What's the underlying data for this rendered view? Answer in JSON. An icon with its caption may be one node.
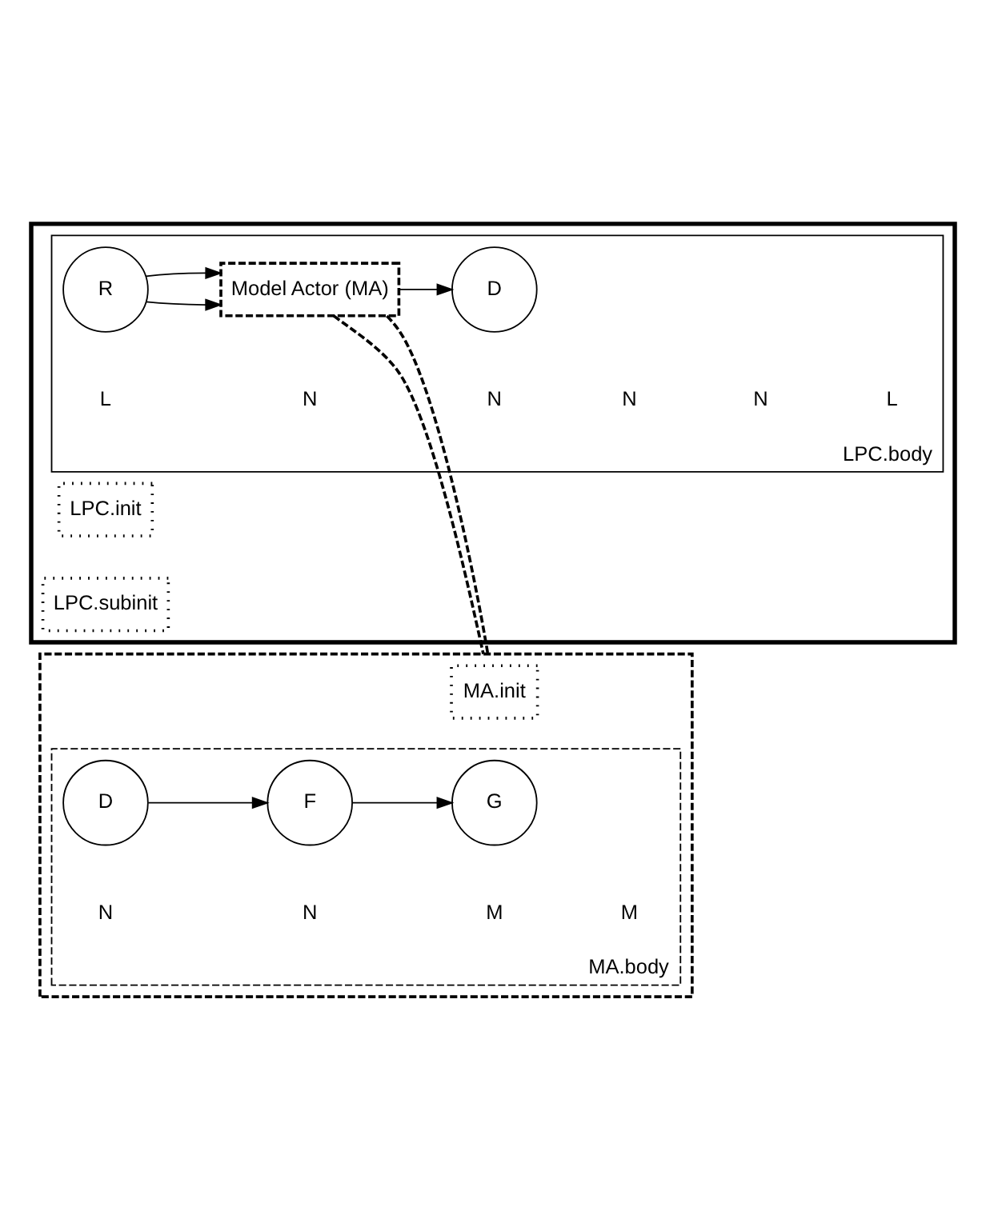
{
  "diagram": {
    "nodes": [
      {
        "text": [],
        "shape": "box"
      },
      {
        "text": [
          "LPC.init"
        ],
        "in": 0
      },
      {
        "text": [
          "LPC.subinit"
        ],
        "in": 0
      },
      {
        "text": [
          "LPC.body"
        ],
        "in": 0
      },
      {
        "text": [
          "R"
        ],
        "in": 3
      },
      {
        "text": [
          "Model Actor (MA)"
        ],
        "in": 3
      },
      {
        "text": [
          "D"
        ],
        "in": 3
      },
      {
        "text": [],
        "shape": "box"
      },
      {
        "text": [
          "MA.init"
        ],
        "in": 7
      },
      {
        "text": [
          "MA.body"
        ],
        "in": 7
      },
      {
        "text": [
          "D"
        ],
        "in": 9
      },
      {
        "text": [
          "F"
        ],
        "in": 9
      },
      {
        "text": [
          "G"
        ],
        "in": 9
      }
    ],
    "edges": [
      {
        "from": 4,
        "to": 5,
        "arrow": "to"
      },
      {
        "from": 4,
        "to": 5,
        "arrow": "to"
      },
      {
        "from": 5,
        "to": 6,
        "arrow": "to"
      },
      {
        "from": 5,
        "to": 7,
        "arrow": "none",
        "style": "dashed"
      },
      {
        "from": 5,
        "to": 7,
        "arrow": "none",
        "style": "dashed"
      },
      {
        "from": 10,
        "to": 11,
        "arrow": "to"
      },
      {
        "from": 11,
        "to": 12,
        "arrow": "to"
      }
    ],
    "labels": [
      "L",
      "N",
      "N",
      "N",
      "N",
      "L",
      "N",
      "N",
      "M",
      "M"
    ]
  }
}
